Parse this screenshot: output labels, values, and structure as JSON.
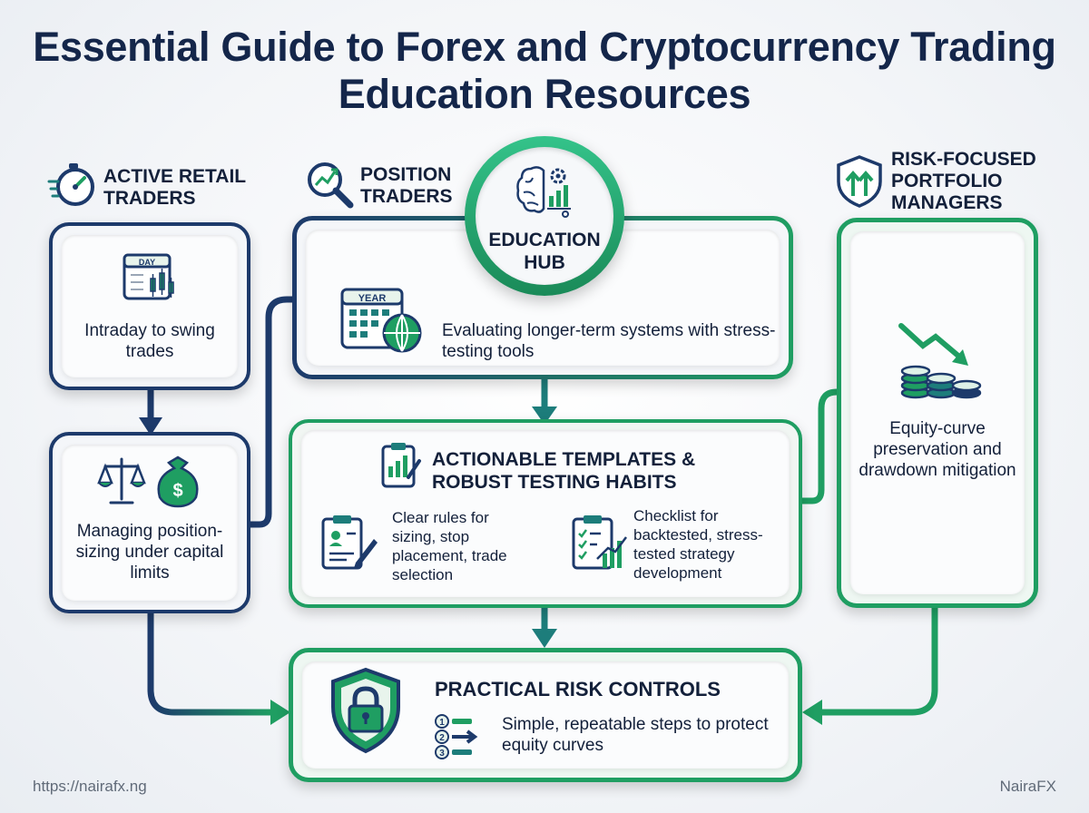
{
  "title": "Essential Guide to Forex and Cryptocurrency Trading Education Resources",
  "hub": {
    "label": "EDUCATION HUB",
    "icon": "brain-gear-chart-icon"
  },
  "active_retail": {
    "label": "ACTIVE RETAIL TRADERS",
    "icon": "stopwatch-icon",
    "day_badge": "DAY",
    "card1_text": "Intraday to swing trades",
    "card1_icon": "calendar-candlestick-icon",
    "card2_text": "Managing position-sizing under capital limits",
    "card2_icon": "scale-moneybag-icon"
  },
  "position_traders": {
    "label": "POSITION TRADERS",
    "icon": "magnifier-chart-icon",
    "year_badge": "YEAR",
    "text": "Evaluating longer-term systems with stress-testing tools",
    "card_icon": "calendar-globe-icon"
  },
  "templates": {
    "title": "ACTIONABLE TEMPLATES & ROBUST TESTING HABITS",
    "icon": "clipboard-chart-icon",
    "left_text": "Clear rules for sizing, stop placement, trade selection",
    "left_icon": "clipboard-pen-icon",
    "right_text": "Checklist for backtested, stress-tested strategy development",
    "right_icon": "checklist-chart-icon"
  },
  "risk_managers": {
    "label": "RISK-FOCUSED PORTFOLIO MANAGERS",
    "icon": "shield-arrows-icon",
    "text": "Equity-curve preservation and drawdown mitigation",
    "card_icon": "coins-downtrend-icon"
  },
  "risk_controls": {
    "title": "PRACTICAL RISK CONTROLS",
    "text": "Simple, repeatable steps to protect equity curves",
    "icon": "shield-lock-icon",
    "steps_icon": "numbered-steps-icon",
    "steps": [
      "1",
      "2",
      "3"
    ]
  },
  "footer": {
    "url": "https://nairafx.ng",
    "brand": "NairaFX"
  },
  "colors": {
    "navy": "#1d3a6b",
    "green": "#1f9e62",
    "teal": "#1d7d7b",
    "text": "#13203a"
  }
}
